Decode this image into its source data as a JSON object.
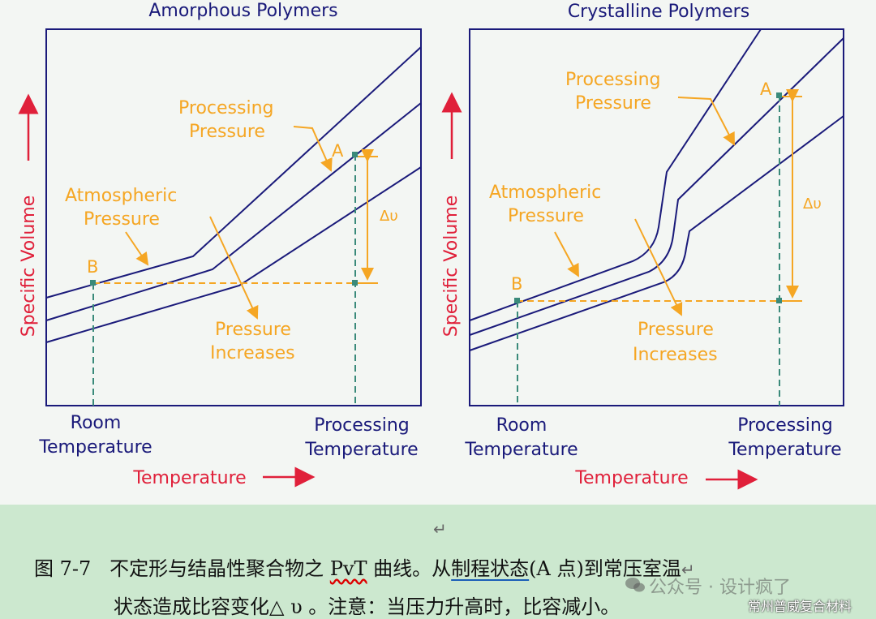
{
  "amorphous": {
    "title": "Amorphous Polymers",
    "ylabel": "Specific Volume",
    "xlabel": "Temperature",
    "room_temp_line1": "Room",
    "room_temp_line2": "Temperature",
    "proc_temp_line1": "Processing",
    "proc_temp_line2": "Temperature",
    "processing_pressure_line1": "Processing",
    "processing_pressure_line2": "Pressure",
    "atmospheric_pressure_line1": "Atmospheric",
    "atmospheric_pressure_line2": "Pressure",
    "pressure_increases_line1": "Pressure",
    "pressure_increases_line2": "Increases",
    "point_a": "A",
    "point_b": "B",
    "delta_v": "Δυ"
  },
  "crystalline": {
    "title": "Crystalline Polymers",
    "ylabel": "Specific Volume",
    "xlabel": "Temperature",
    "room_temp_line1": "Room",
    "room_temp_line2": "Temperature",
    "proc_temp_line1": "Processing",
    "proc_temp_line2": "Temperature",
    "processing_pressure_line1": "Processing",
    "processing_pressure_line2": "Pressure",
    "atmospheric_pressure_line1": "Atmospheric",
    "atmospheric_pressure_line2": "Pressure",
    "pressure_increases_line1": "Pressure",
    "pressure_increases_line2": "Increases",
    "point_a": "A",
    "point_b": "B",
    "delta_v": "Δυ"
  },
  "colors": {
    "curve": "#1a1a7a",
    "annotation": "#f5a623",
    "axis_label": "#e0203a",
    "marker": "#3a8a7a"
  },
  "caption": {
    "return_mark": "↵",
    "fig_no": "图 7-7",
    "part1": "不定形与结晶性聚合物之 ",
    "pvt": "PvT",
    "part2": " 曲线。从",
    "highlight": "制程状态",
    "part3": "(A 点)到常压室温",
    "line1_return": "↵",
    "line2": "状态造成比容变化△ υ 。注意：当压力升高时，比容减小。"
  },
  "watermarks": {
    "wechat_account": "公众号 · 设计疯了",
    "company": "常州普威复合材料"
  }
}
